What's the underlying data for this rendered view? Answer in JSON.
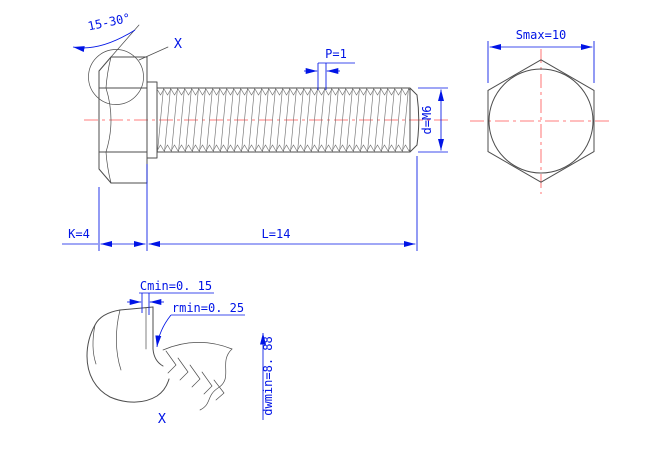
{
  "colors": {
    "dimension_blue": "#0014e6",
    "object_line_gray": "#4d4d4d",
    "centerline_red": "#ff5252",
    "background": "#ffffff"
  },
  "side_view": {
    "chamfer_angle_label": "15-30°",
    "detail_marker": "X",
    "pitch_label": "P=1",
    "thread_diameter_label": "d=M6",
    "head_height_label": "K=4",
    "length_label": "L=14"
  },
  "end_view": {
    "across_flats_label": "Smax=10"
  },
  "detail_view": {
    "chamfer_label": "Cmin=0. 15",
    "fillet_radius_label": "rmin=0. 25",
    "bearing_diameter_label": "dwmin=8. 88",
    "detail_marker": "X"
  }
}
